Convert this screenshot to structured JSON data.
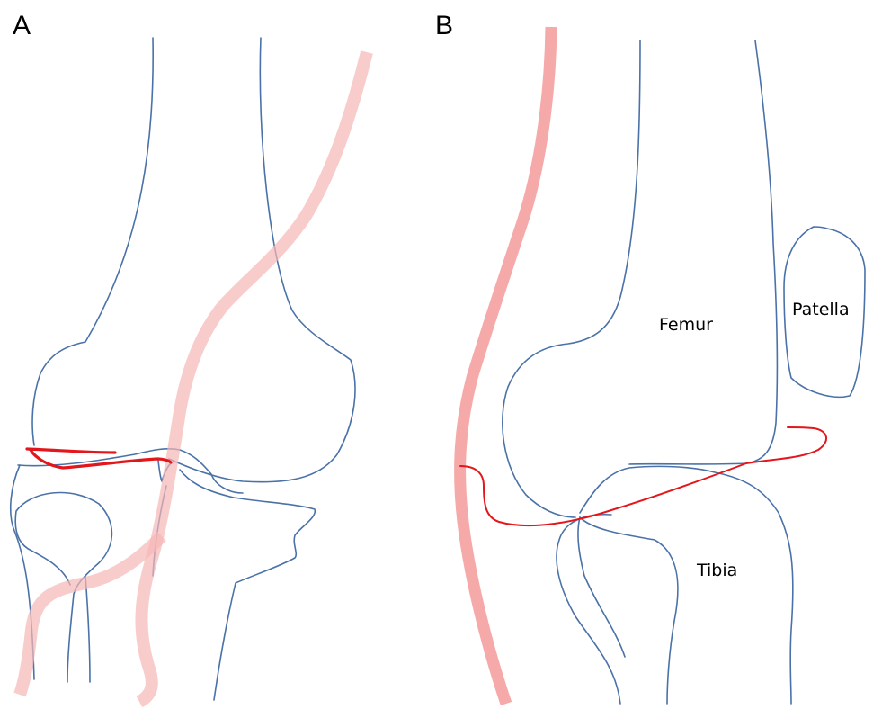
{
  "panels": [
    {
      "letter": "A",
      "view": "frontal"
    },
    {
      "letter": "B",
      "view": "lateral"
    }
  ],
  "labels": {
    "femur": "Femur",
    "patella": "Patella",
    "tibia": "Tibia"
  },
  "colors": {
    "bone_outline": "#4a72a8",
    "red_line": "#e3171b",
    "pink_band": "#f49a9a"
  }
}
